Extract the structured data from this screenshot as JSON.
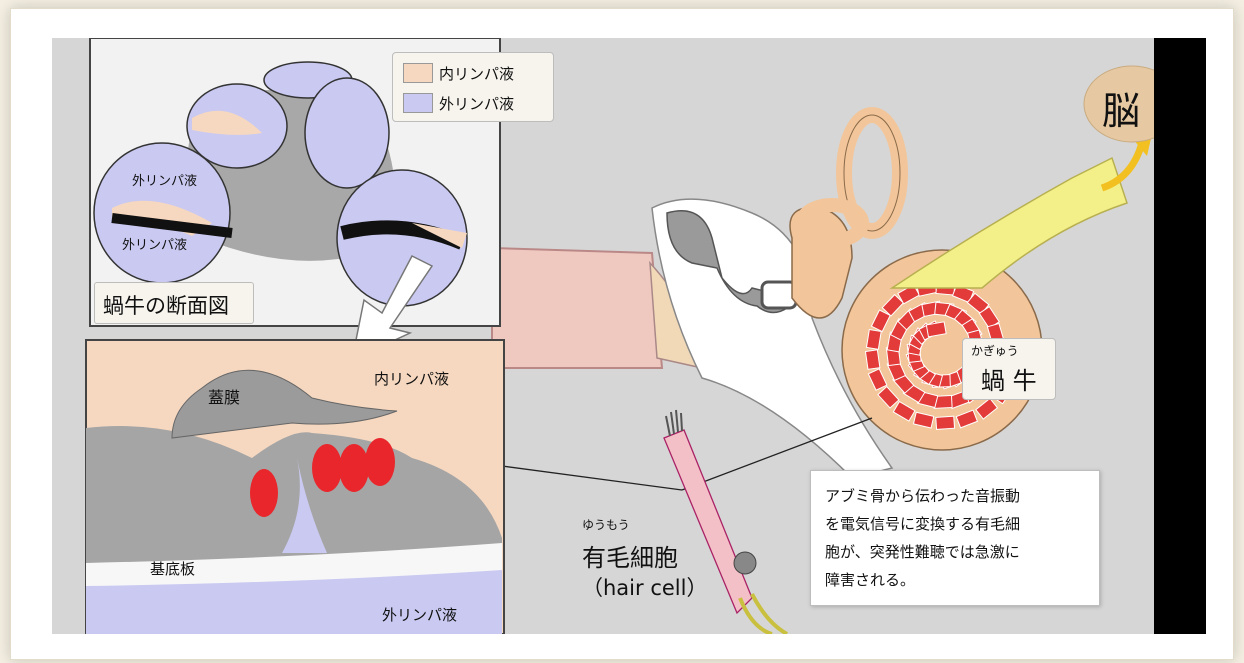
{
  "legend": {
    "items": [
      {
        "label": "内リンパ液",
        "color": "#f6d8c0"
      },
      {
        "label": "外リンパ液",
        "color": "#c9c9f2"
      }
    ]
  },
  "cross_section": {
    "caption": "蝸牛の断面図",
    "labels": [
      "外リンパ液",
      "外リンパ液"
    ]
  },
  "detail": {
    "tectorial_membrane": "蓋膜",
    "endolymph": "内リンパ液",
    "basilar_membrane": "基底板",
    "perilymph": "外リンパ液"
  },
  "ear": {
    "brain_label": "脳",
    "cochlea_ruby": "かぎゅう",
    "cochlea_label": "蝸 牛",
    "hair_cell_ruby": "ゆうもう",
    "hair_cell_label": "有毛細胞",
    "hair_cell_en": "（hair cell）"
  },
  "note": {
    "lines": [
      "アブミ骨から伝わった音振動",
      "を電気信号に変換する有毛細",
      "胞が、突発性難聴では急激に",
      "障害される。"
    ]
  },
  "colors": {
    "endolymph": "#f6d8c0",
    "perilymph": "#c9c9f2",
    "hair_cell_red": "#e8262b",
    "cochlea_red": "#e33a3a",
    "brain": "#e6c9a2",
    "nerve_yellow": "#f3f08a"
  }
}
